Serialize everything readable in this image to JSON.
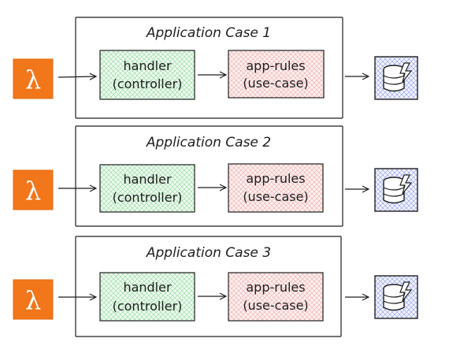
{
  "cases": [
    {
      "title": "Application Case 1",
      "handler": {
        "line1": "handler",
        "line2": "(controller)"
      },
      "rules": {
        "line1": "app-rules",
        "line2": "(use-case)"
      },
      "trigger_icon": "aws-lambda-icon",
      "store_icon": "dynamodb-icon"
    },
    {
      "title": "Application Case 2",
      "handler": {
        "line1": "handler",
        "line2": "(controller)"
      },
      "rules": {
        "line1": "app-rules",
        "line2": "(use-case)"
      },
      "trigger_icon": "aws-lambda-icon",
      "store_icon": "dynamodb-icon"
    },
    {
      "title": "Application Case 3",
      "handler": {
        "line1": "handler",
        "line2": "(controller)"
      },
      "rules": {
        "line1": "app-rules",
        "line2": "(use-case)"
      },
      "trigger_icon": "aws-lambda-icon",
      "store_icon": "dynamodb-icon"
    }
  ],
  "colors": {
    "lambda_orange": "#f2761a",
    "handler_fill": "#b2f2bb",
    "rules_fill": "#ffc9c9",
    "store_fill": "#a5b4fc",
    "stroke": "#1e1e1e"
  }
}
